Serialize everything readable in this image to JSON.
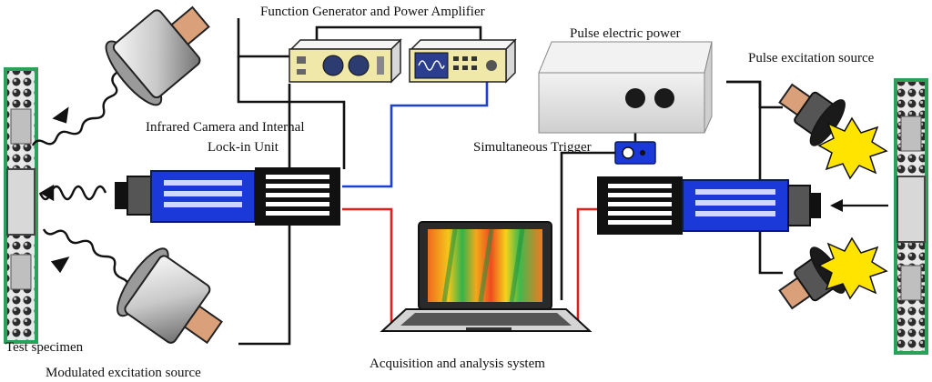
{
  "labels": {
    "function_generator": "Function Generator and Power Amplifier",
    "pulse_power": "Pulse electric power",
    "pulse_source": "Pulse excitation source",
    "ir_camera_line1": "Infrared Camera and Internal",
    "ir_camera_line2": "Lock-in Unit",
    "trigger": "Simultaneous Trigger",
    "test_specimen": "Test specimen",
    "modulated_source": "Modulated excitation source",
    "acquisition": "Acquisition and analysis system"
  },
  "colors": {
    "wire_blue": "#1c3fd6",
    "wire_red": "#e0201c",
    "wire_black": "#111111",
    "camera_blue": "#1b39d9",
    "specimen_frame": "#2aa05a",
    "flash_yellow": "#ffe400",
    "lamp_tip": "#d9a07a",
    "instrument": "#efe8a8"
  },
  "icons": {
    "left_camera": "infrared-camera-icon",
    "right_camera": "infrared-camera-icon",
    "laptop": "laptop-icon",
    "function_generator": "function-generator-icon",
    "power_amplifier": "power-amplifier-icon",
    "pulse_power": "pulse-power-supply-icon",
    "trigger": "trigger-box-icon",
    "flash": "flash-burst-icon",
    "lamp": "halogen-lamp-icon"
  }
}
